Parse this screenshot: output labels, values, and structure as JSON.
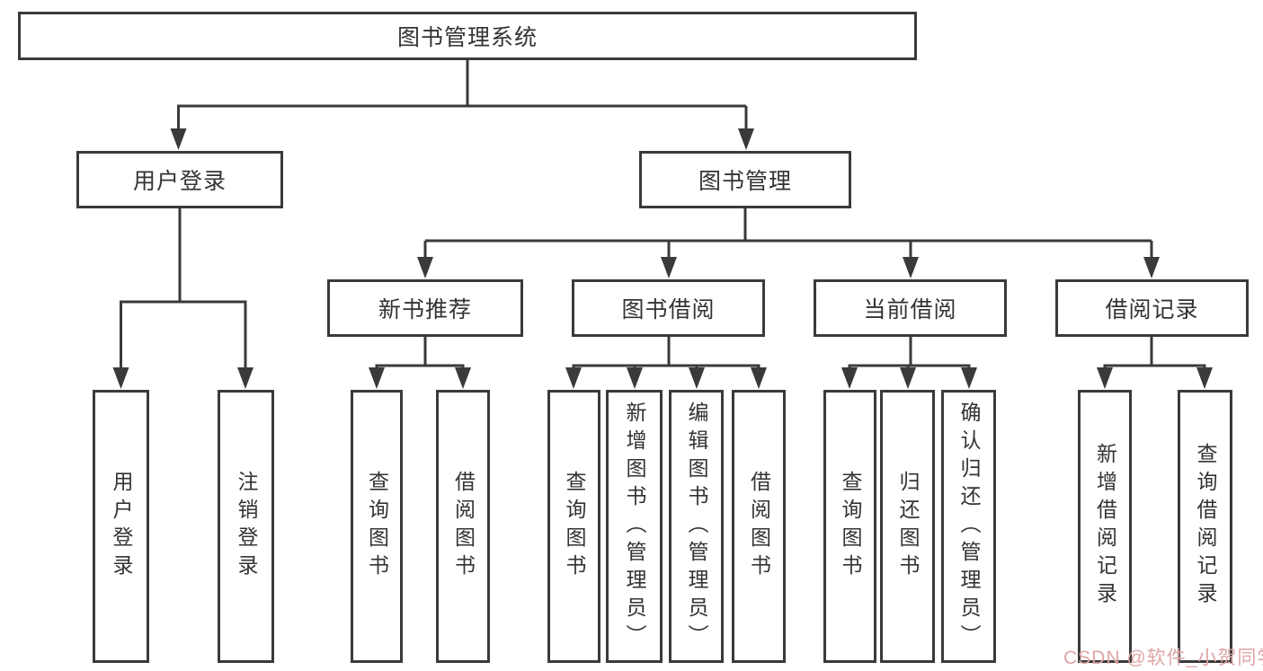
{
  "diagram": {
    "root": {
      "label": "图书管理系统"
    },
    "branches": [
      {
        "label": "用户登录",
        "children": [
          {
            "label": "用户登录"
          },
          {
            "label": "注销登录"
          }
        ]
      },
      {
        "label": "图书管理",
        "children": [
          {
            "label": "新书推荐",
            "children": [
              {
                "label": "查询图书"
              },
              {
                "label": "借阅图书"
              }
            ]
          },
          {
            "label": "图书借阅",
            "children": [
              {
                "label": "查询图书"
              },
              {
                "label": "新增图书（管理员）"
              },
              {
                "label": "编辑图书（管理员）"
              },
              {
                "label": "借阅图书"
              }
            ]
          },
          {
            "label": "当前借阅",
            "children": [
              {
                "label": "查询图书"
              },
              {
                "label": "归还图书"
              },
              {
                "label": "确认归还（管理员）"
              }
            ]
          },
          {
            "label": "借阅记录",
            "children": [
              {
                "label": "新增借阅记录"
              },
              {
                "label": "查询借阅记录"
              }
            ]
          }
        ]
      }
    ],
    "watermark": "CSDN @软件_小贺同学",
    "colors": {
      "line": "#3a3a3a",
      "text": "#333333",
      "watermark": "#dfa5a5",
      "background": "#ffffff"
    }
  }
}
